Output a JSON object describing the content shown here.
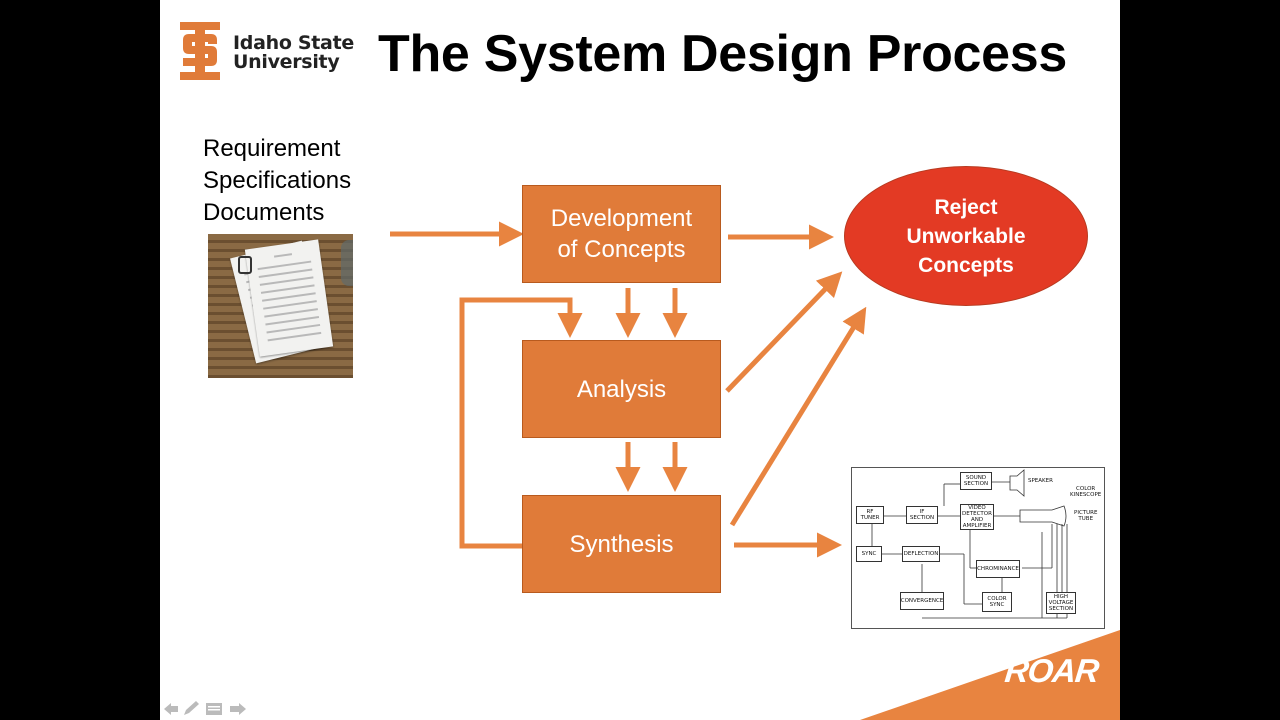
{
  "header": {
    "logo_line1": "Idaho State",
    "logo_line2": "University",
    "title": "The System Design Process"
  },
  "requirements": {
    "line1": "Requirement",
    "line2": "Specifications",
    "line3": "Documents"
  },
  "process": {
    "step1_line1": "Development",
    "step1_line2": "of Concepts",
    "step2": "Analysis",
    "step3": "Synthesis"
  },
  "reject": {
    "line1": "Reject",
    "line2": "Unworkable",
    "line3": "Concepts"
  },
  "block_diagram": {
    "sound": [
      "SOUND",
      "SECTION"
    ],
    "speaker": "SPEAKER",
    "rf": [
      "RF",
      "TUNER"
    ],
    "if": [
      "IF",
      "SECTION"
    ],
    "video": [
      "VIDEO",
      "DETECTOR",
      "AND",
      "AMPLIFIER"
    ],
    "kinescope": [
      "COLOR",
      "KINESCOPE"
    ],
    "picture": [
      "PICTURE",
      "TUBE"
    ],
    "sync": "SYNC",
    "deflection": "DEFLECTION",
    "chrominance": "CHROMINANCE",
    "convergence": "CONVERGENCE",
    "color_sync": [
      "COLOR",
      "SYNC"
    ],
    "high_voltage": [
      "HIGH",
      "VOLTAGE",
      "SECTION"
    ]
  },
  "footer": {
    "brand": "ROAR"
  },
  "colors": {
    "accent": "#e07b39",
    "reject": "#e33a24",
    "arrow": "#e88440"
  },
  "icons": [
    "isu-logo-icon",
    "prev-arrow-icon",
    "pen-icon",
    "menu-icon",
    "next-arrow-icon",
    "mouse-pointer-icon"
  ]
}
